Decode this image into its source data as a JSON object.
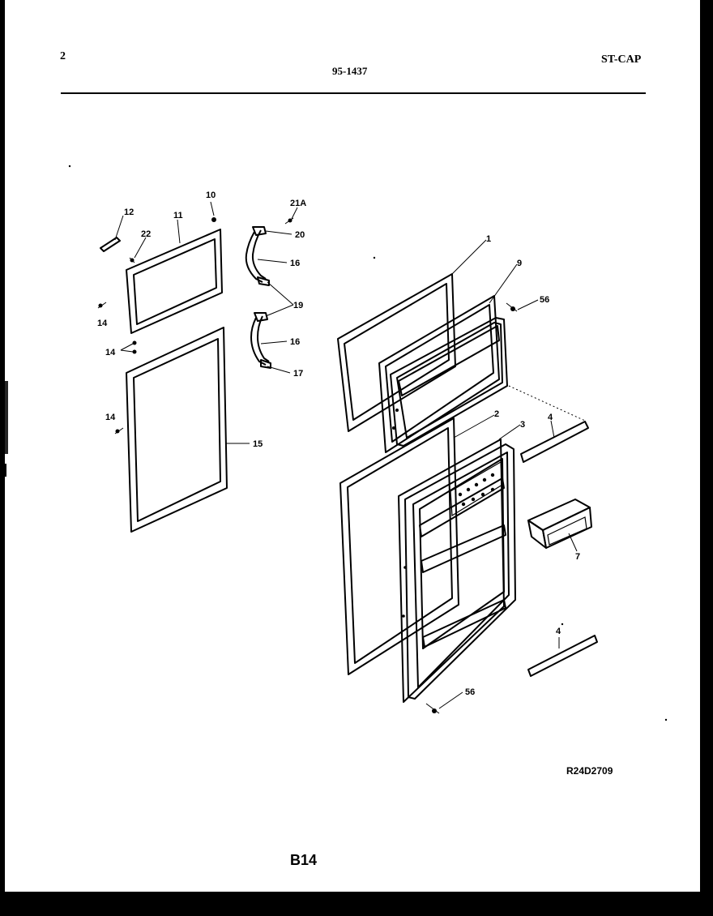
{
  "header": {
    "page_number": "2",
    "doc_number": "95-1437",
    "model_code": "ST-CAP"
  },
  "footer": {
    "drawing_ref": "R24D2709",
    "page_code": "B14"
  },
  "callouts": {
    "c1": "1",
    "c2": "2",
    "c3": "3",
    "c4a": "4",
    "c4b": "4",
    "c7": "7",
    "c9": "9",
    "c10": "10",
    "c11": "11",
    "c12": "12",
    "c14a": "14",
    "c14b": "14",
    "c14c": "14",
    "c15": "15",
    "c16a": "16",
    "c16b": "16",
    "c17": "17",
    "c19": "19",
    "c20": "20",
    "c21a": "21A",
    "c22": "22",
    "c56a": "56",
    "c56b": "56"
  }
}
